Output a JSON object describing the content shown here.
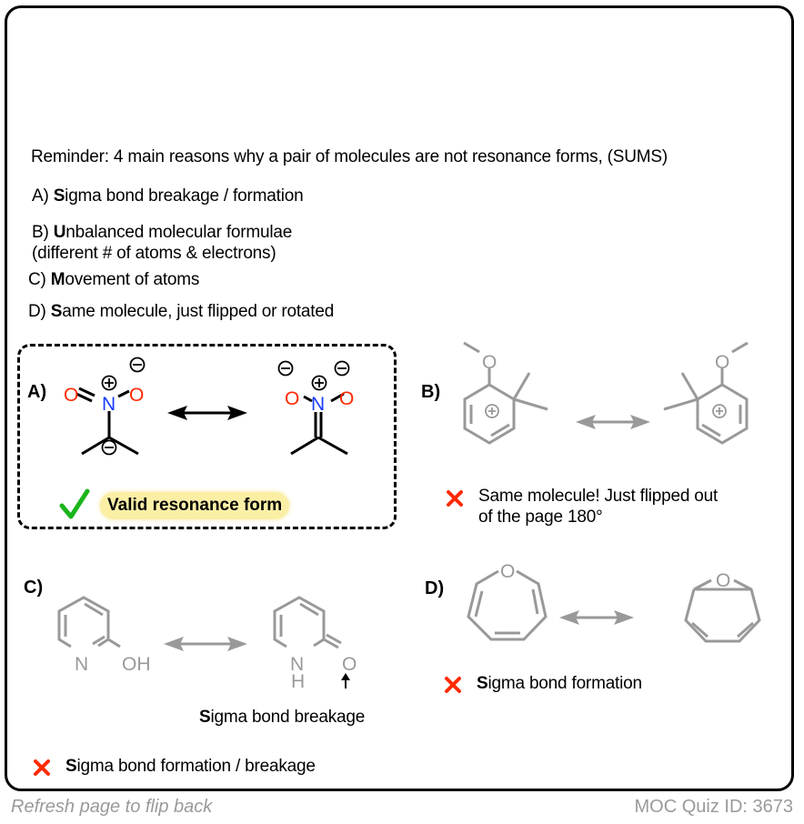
{
  "reminder": {
    "title": "Reminder: 4 main reasons why a pair of molecules are not resonance forms, (SUMS)",
    "items": [
      {
        "prefix": "A) ",
        "bold": "S",
        "rest": "igma bond breakage / formation"
      },
      {
        "prefix": "B) ",
        "bold": "U",
        "rest": "nbalanced molecular formulae",
        "line2": "(different  # of atoms & electrons)"
      },
      {
        "prefix": "C) ",
        "bold": "M",
        "rest": "ovement of atoms"
      },
      {
        "prefix": "D) ",
        "bold": "S",
        "rest": "ame molecule, just flipped or rotated"
      }
    ]
  },
  "panels": {
    "a": {
      "label": "A)",
      "verdict_icon": "check-icon",
      "verdict": "Valid resonance form",
      "atoms": {
        "O": "O",
        "N": "N",
        "plus": "+",
        "minus": "−"
      }
    },
    "b": {
      "label": "B)",
      "verdict_icon": "cross-icon",
      "verdict_line1": "Same molecule! Just flipped out",
      "verdict_line2": "of the page 180°",
      "atoms": {
        "O": "O",
        "plus": "+"
      }
    },
    "c": {
      "label": "C)",
      "annotation_bold": "S",
      "annotation_rest": "igma bond breakage",
      "verdict_icon": "cross-icon",
      "verdict_bold": "S",
      "verdict_rest": "igma bond formation / breakage",
      "atoms": {
        "N": "N",
        "OH": "OH",
        "H": "H",
        "O": "O"
      }
    },
    "d": {
      "label": "D)",
      "verdict_icon": "cross-icon",
      "verdict_bold": "S",
      "verdict_rest": "igma bond formation",
      "atoms": {
        "O": "O"
      }
    }
  },
  "footer": {
    "left": "Refresh page to flip back",
    "right": "MOC Quiz ID: 3673"
  },
  "colors": {
    "oxygen": "#ff2a00",
    "nitrogen": "#1a3cff",
    "check": "#1cb51c",
    "cross": "#ff2a00",
    "highlight": "#fbefa6",
    "gray_structure": "#999999"
  }
}
